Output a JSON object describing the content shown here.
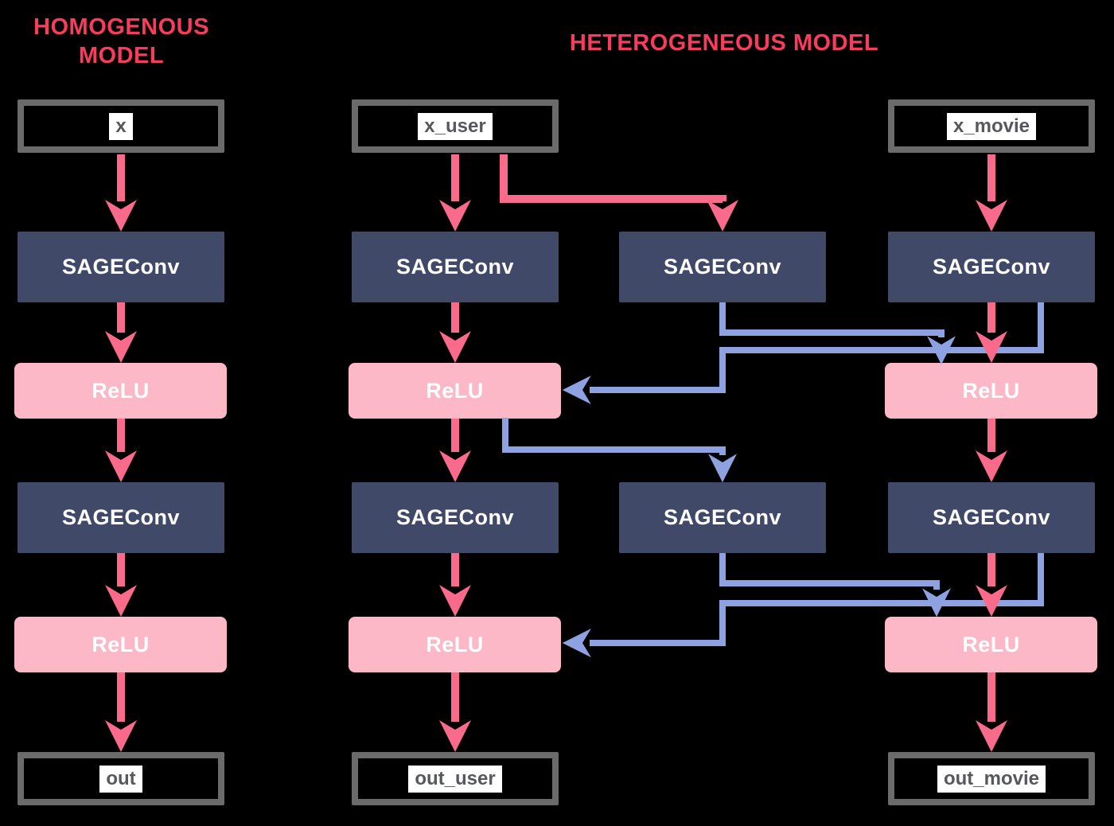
{
  "titles": {
    "left_line1": "HOMOGENOUS",
    "left_line2": "MODEL",
    "right": "HETEROGENEOUS MODEL"
  },
  "labels": {
    "sageconv": "SAGEConv",
    "relu": "ReLU"
  },
  "io": {
    "x": "x",
    "x_user": "x_user",
    "x_movie": "x_movie",
    "out": "out",
    "out_user": "out_user",
    "out_movie": "out_movie"
  },
  "colors": {
    "background": "#000000",
    "title_pink": "#f93b5c",
    "arrow_pink": "#fa6a8b",
    "arrow_blue": "#8ea2e2",
    "sageconv_fill": "#404a68",
    "relu_fill": "#fcb8c7",
    "io_border": "#6b6b6b",
    "io_label_bg": "#ffffff",
    "io_label_text": "#57585b",
    "box_text": "#ffffff"
  }
}
